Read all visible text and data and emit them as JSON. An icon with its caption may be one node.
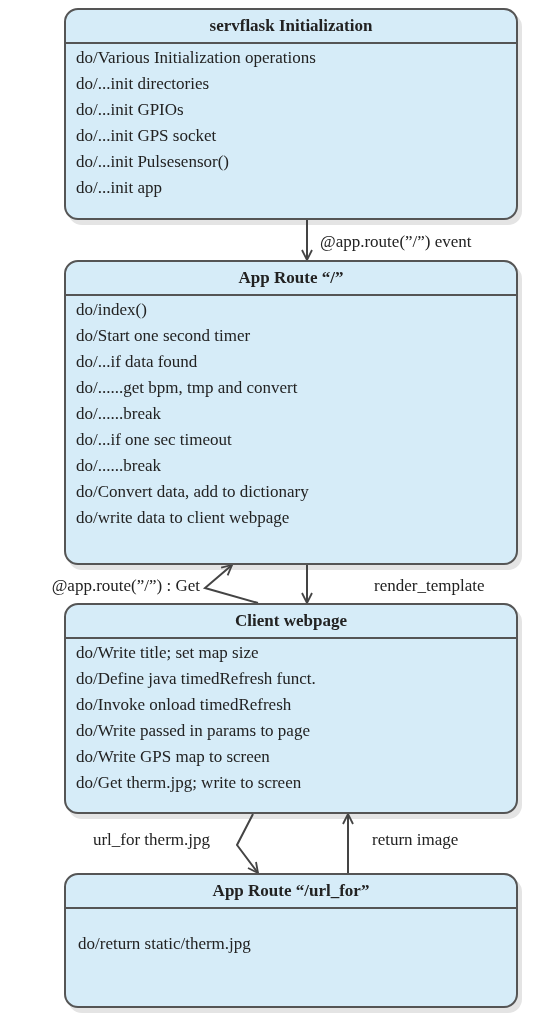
{
  "diagram": {
    "nodes": [
      {
        "text": [
          "servflask Initialization",
          "do/Various Initialization operations",
          "do/...init directories",
          "do/...init GPIOs",
          "do/...init GPS socket",
          "do/...init Pulsesensor()",
          "do/...init app"
        ]
      },
      {
        "text": [
          "App Route “/”",
          "do/index()",
          "do/Start one second timer",
          "do/...if data found",
          "do/......get bpm, tmp and convert",
          "do/......break",
          "do/...if one sec timeout",
          "do/......break",
          "do/Convert data, add to dictionary",
          "do/write data to client webpage"
        ]
      },
      {
        "text": [
          "Client webpage",
          "do/Write title; set map size",
          "do/Define java timedRefresh funct.",
          "do/Invoke onload timedRefresh",
          "do/Write passed in params to page",
          "do/Write GPS map to screen",
          "do/Get therm.jpg; write to screen"
        ]
      },
      {
        "text": [
          "App Route “/url_for”",
          "do/return static/therm.jpg"
        ]
      }
    ],
    "edges": [
      {
        "from": 0,
        "to": 1,
        "arrow": "to",
        "label": "@app.route(”/”) event"
      },
      {
        "from": 2,
        "to": 1,
        "arrow": "to",
        "label": "@app.route(”/”) : Get"
      },
      {
        "from": 1,
        "to": 2,
        "arrow": "to",
        "label": "render_template"
      },
      {
        "from": 2,
        "to": 3,
        "arrow": "to",
        "label": "url_for therm.jpg"
      },
      {
        "from": 3,
        "to": 2,
        "arrow": "to",
        "label": "return image"
      }
    ]
  }
}
